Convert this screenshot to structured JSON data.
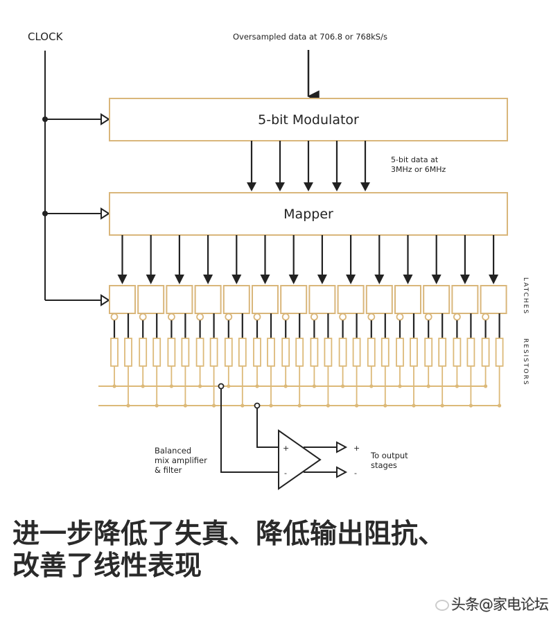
{
  "diagram": {
    "clock_label": "CLOCK",
    "input_label": "Oversampled data at 706.8 or 768kS/s",
    "modulator_label": "5-bit Modulator",
    "modulator_output_label_line1": "5-bit data at",
    "modulator_output_label_line2": "3MHz or 6MHz",
    "mapper_label": "Mapper",
    "latches_side_label": "LATCHES",
    "resistors_side_label": "RESISTORS",
    "amplifier_label_line1": "Balanced",
    "amplifier_label_line2": "mix amplifier",
    "amplifier_label_line3": "& filter",
    "amp_plus_input": "+",
    "amp_minus_input": "-",
    "output_plus": "+",
    "output_minus": "-",
    "output_label_line1": "To output",
    "output_label_line2": "stages",
    "modulator_output_bits": 5,
    "latch_count": 14,
    "resistors_per_latch": 2,
    "colors": {
      "block_outline": "#d9b67a",
      "wire": "#222222",
      "resistor": "#dcb978"
    }
  },
  "caption": {
    "line1": "进一步降低了失真、降低输出阻抗、",
    "line2": "改善了线性表现"
  },
  "watermark": {
    "text": "头条@家电论坛"
  }
}
